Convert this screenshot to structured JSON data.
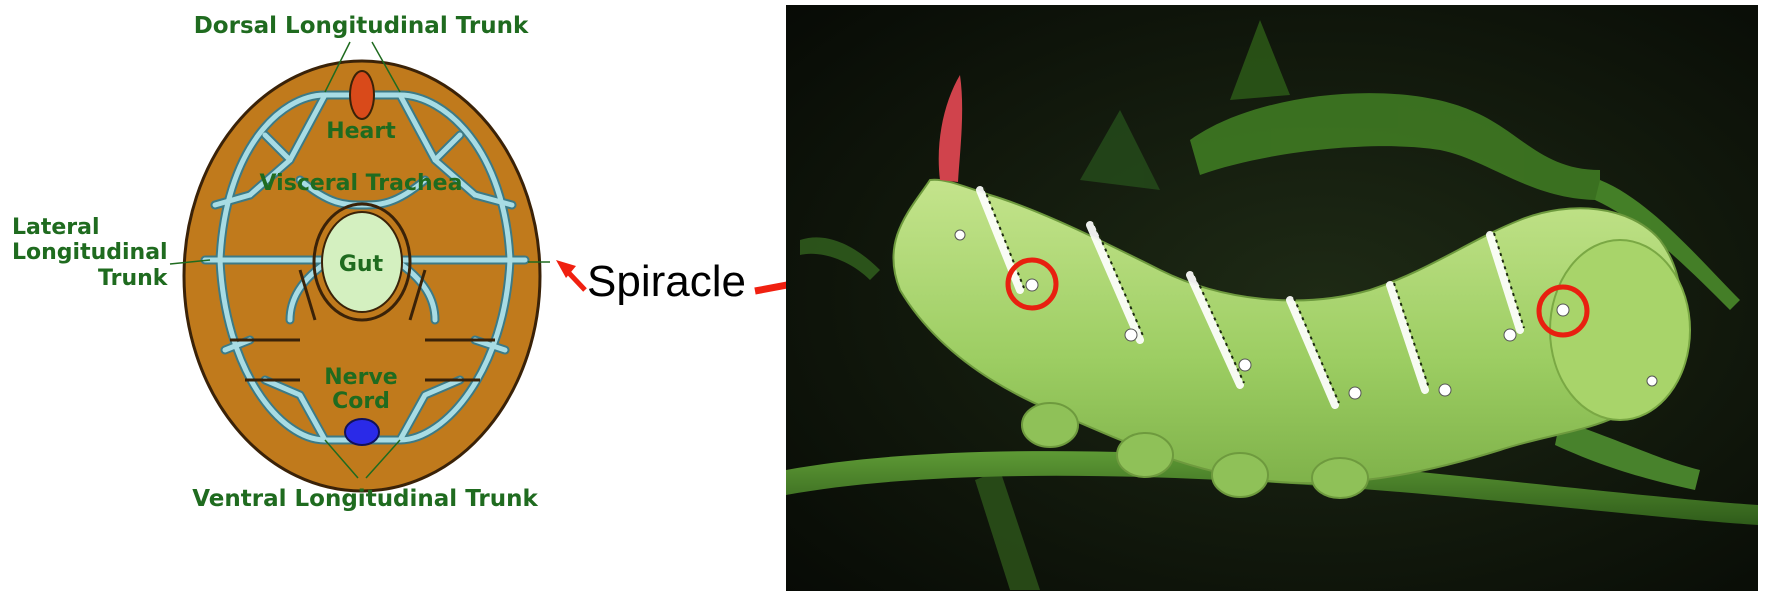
{
  "diagram": {
    "labels": {
      "dorsal": "Dorsal Longitudinal Trunk",
      "heart": "Heart",
      "visceral": "Visceral Trachea",
      "lateral_line1": "Lateral",
      "lateral_line2": "Longitudinal",
      "lateral_line3": "Trunk",
      "gut": "Gut",
      "nerve_line1": "Nerve",
      "nerve_line2": "Cord",
      "ventral": "Ventral Longitudinal Trunk"
    },
    "colors": {
      "body": "#c07a1c",
      "trachea": "#a8dce4",
      "heart": "#d94a1a",
      "gut": "#d4f0c0",
      "nerve_cord": "#2a2ae8",
      "label": "#1f6b1f"
    }
  },
  "annotation": {
    "label": "Spiracle",
    "arrow_color": "#f02010",
    "circle_color": "#e82010"
  },
  "photo": {
    "subject": "hornworm caterpillar on stem",
    "colors": {
      "background": "#0f160c",
      "caterpillar": "#a9d66a",
      "stripe": "#ffffff",
      "horn": "#d0434c",
      "leaf": "#3f7a22"
    }
  }
}
